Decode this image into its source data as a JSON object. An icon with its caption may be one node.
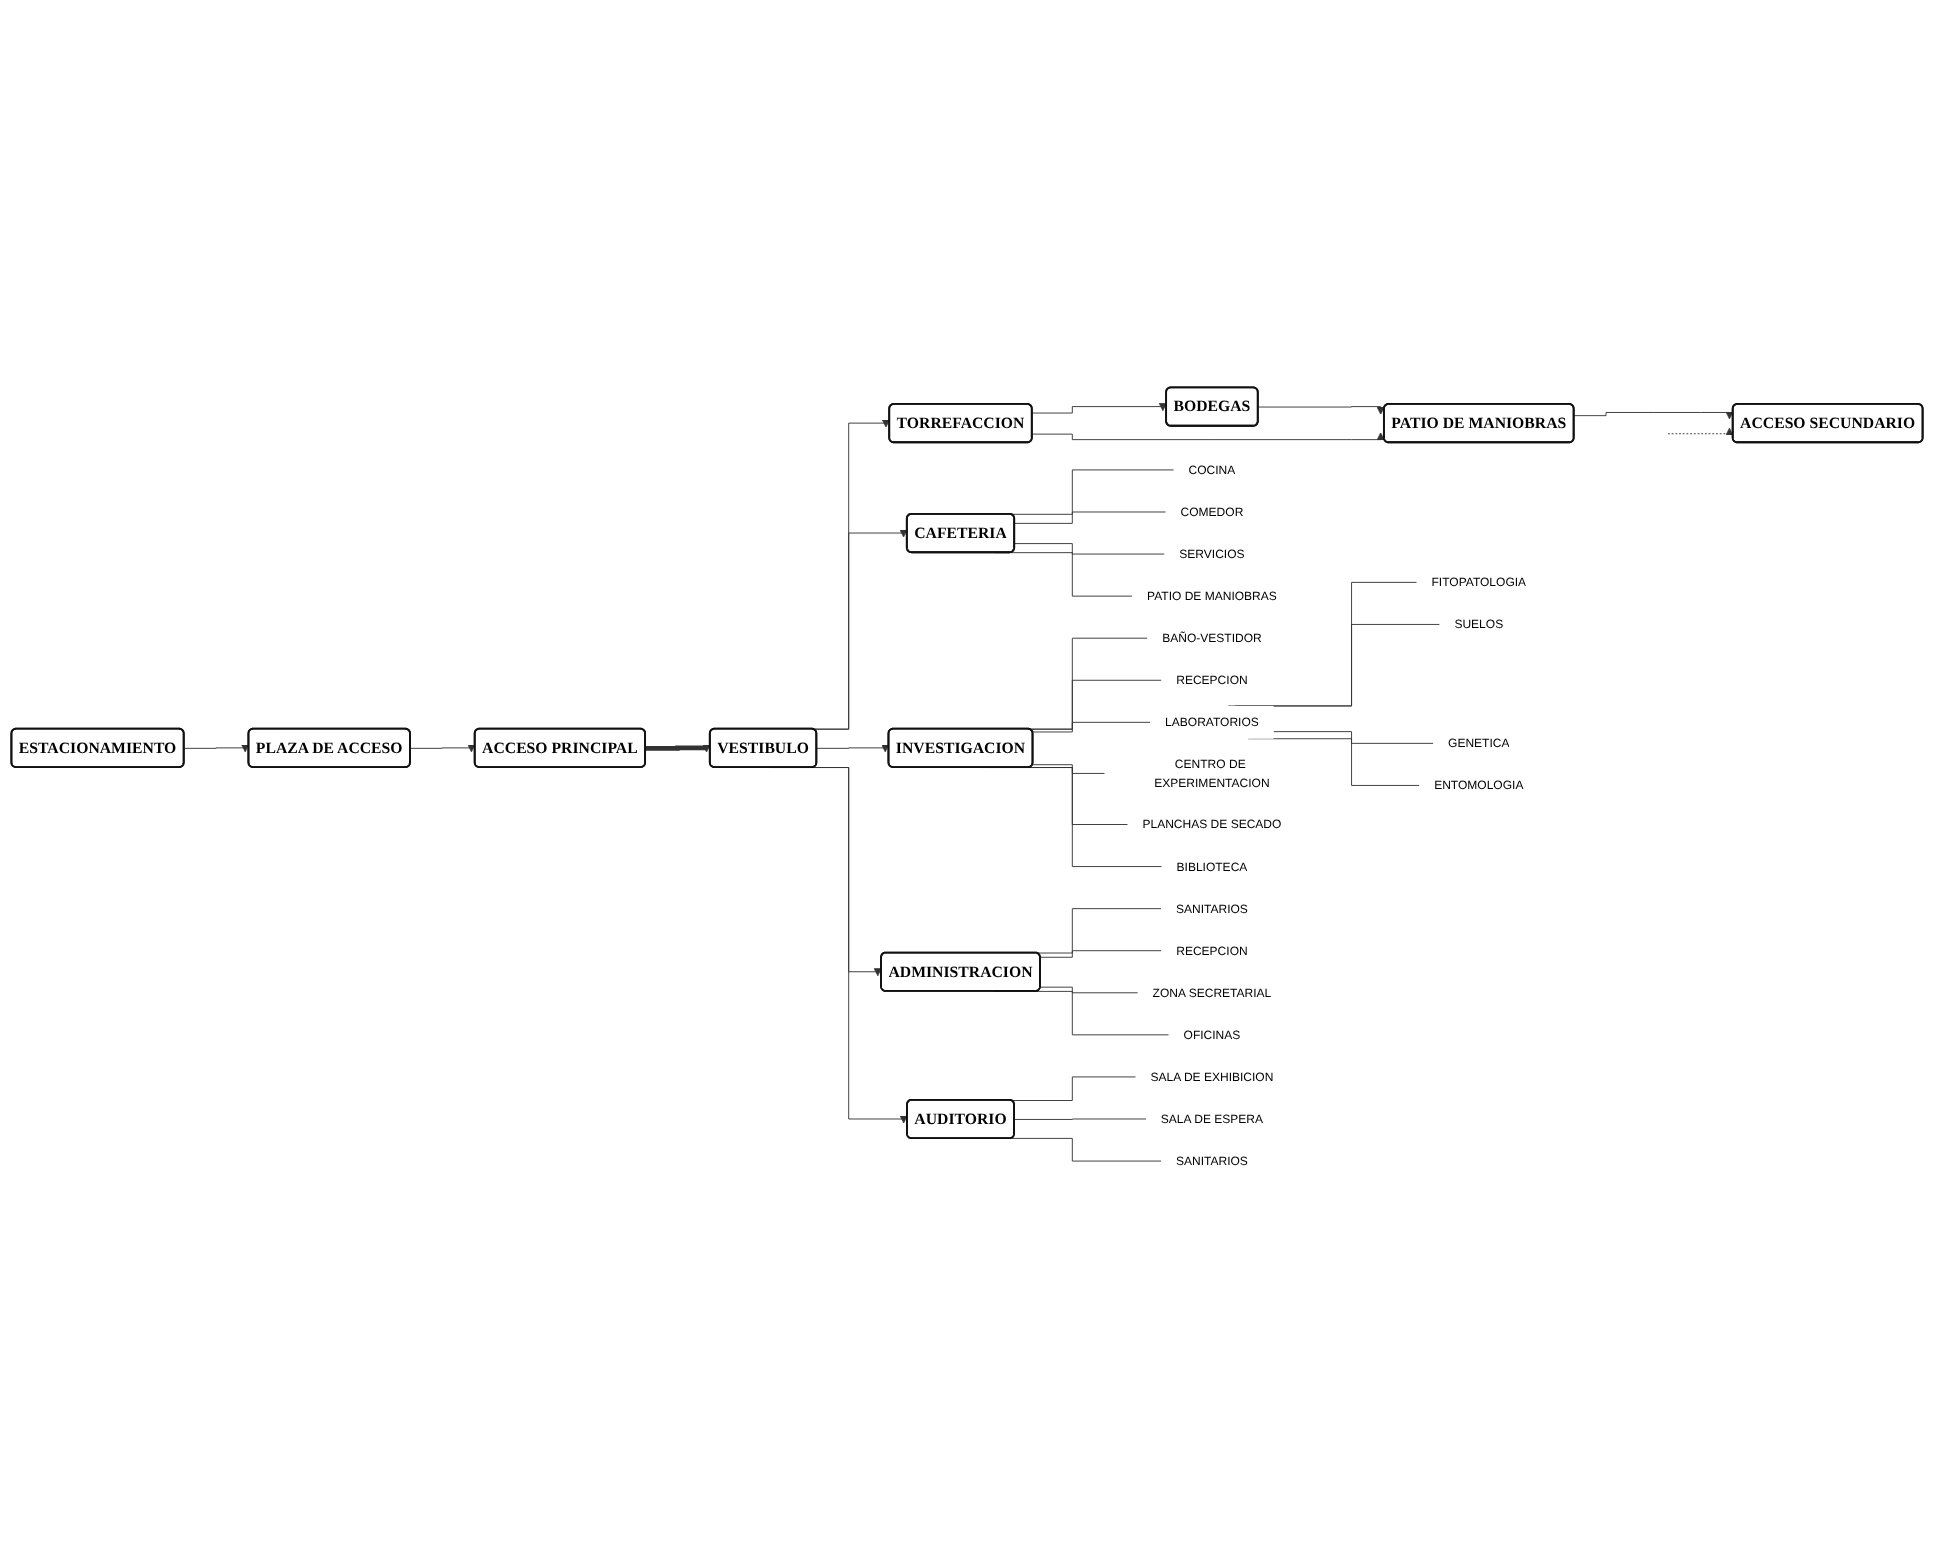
{
  "diagram": {
    "nodes": [
      {
        "text": [
          "ACCESO SECUNDARIO"
        ]
      },
      {
        "text": [
          "BODEGAS"
        ]
      },
      {
        "text": [
          "PATIO DE MANIOBRAS"
        ]
      },
      {
        "text": [
          "TORREFACCION"
        ]
      },
      {
        "text": [
          "CAFETERIA"
        ]
      },
      {
        "text": [
          "INVESTIGACION"
        ]
      },
      {
        "text": [
          "VESTIBULO"
        ]
      },
      {
        "text": [
          "ADMINISTRACION"
        ]
      },
      {
        "text": [
          "AUDITORIO"
        ]
      },
      {
        "text": [
          "ACCESO PRINCIPAL"
        ]
      },
      {
        "text": [
          "PLAZA DE ACCESO"
        ]
      },
      {
        "text": [
          "ESTACIONAMIENTO"
        ]
      },
      {
        "text": [
          "COCINA"
        ]
      },
      {
        "text": [
          "COMEDOR"
        ]
      },
      {
        "text": [
          "SERVICIOS"
        ]
      },
      {
        "text": [
          "PATIO DE MANIOBRAS"
        ]
      },
      {
        "text": [
          "BAÑO-VESTIDOR"
        ]
      },
      {
        "text": [
          "RECEPCION"
        ]
      },
      {
        "text": [
          "LABORATORIOS"
        ]
      },
      {
        "text": [
          "CENTRO DE EXPERIMENTACION"
        ]
      },
      {
        "text": [
          "PLANCHAS DE SECADO"
        ]
      },
      {
        "text": [
          "BIBLIOTECA"
        ]
      },
      {
        "text": [
          "FITOPATOLOGIA"
        ]
      },
      {
        "text": [
          "SUELOS"
        ]
      },
      {
        "text": [
          "GENETICA"
        ]
      },
      {
        "text": [
          "ENTOMOLOGIA"
        ]
      },
      {
        "text": [
          "SALA DE EXHIBICION"
        ]
      },
      {
        "text": [
          "SALA DE ESPERA"
        ]
      },
      {
        "text": [
          "SANITARIOS"
        ]
      },
      {
        "text": [
          "SANITARIOS"
        ]
      },
      {
        "text": [
          "RECEPCION"
        ]
      },
      {
        "text": [
          "ZONA SECRETARIAL"
        ]
      },
      {
        "text": [
          "OFICINAS"
        ]
      }
    ],
    "edges": [
      {
        "from": null,
        "to": 0,
        "arrow": "to",
        "style": "dashed"
      },
      {
        "from": 2,
        "to": 0,
        "arrow": "to"
      },
      {
        "from": 1,
        "to": 2,
        "arrow": "to"
      },
      {
        "from": 3,
        "to": 1,
        "arrow": "to"
      },
      {
        "from": 3,
        "to": 2,
        "arrow": "to"
      },
      {
        "from": 6,
        "to": 3,
        "arrow": "to"
      },
      {
        "from": 6,
        "to": 4,
        "arrow": "to"
      },
      {
        "from": 6,
        "to": 5,
        "arrow": "to"
      },
      {
        "from": 6,
        "to": 7,
        "arrow": "to"
      },
      {
        "from": 6,
        "to": 8,
        "arrow": "to"
      },
      {
        "from": 9,
        "to": 6,
        "arrow": "to",
        "style": "thick"
      },
      {
        "from": 10,
        "to": 9,
        "arrow": "to"
      },
      {
        "from": 11,
        "to": 10,
        "arrow": "to"
      },
      {
        "from": 4,
        "to": 12,
        "arrow": "none"
      },
      {
        "from": 4,
        "to": 13,
        "arrow": "none"
      },
      {
        "from": 4,
        "to": 14,
        "arrow": "none"
      },
      {
        "from": 4,
        "to": 15,
        "arrow": "none"
      },
      {
        "from": 5,
        "to": 16,
        "arrow": "none"
      },
      {
        "from": 5,
        "to": 17,
        "arrow": "none"
      },
      {
        "from": 5,
        "to": 18,
        "arrow": "none"
      },
      {
        "from": 5,
        "to": 19,
        "arrow": "none"
      },
      {
        "from": 5,
        "to": 20,
        "arrow": "none"
      },
      {
        "from": 5,
        "to": 21,
        "arrow": "none"
      },
      {
        "from": 18,
        "to": 22,
        "arrow": "none"
      },
      {
        "from": 18,
        "to": 23,
        "arrow": "none"
      },
      {
        "from": 18,
        "to": 24,
        "arrow": "none"
      },
      {
        "from": 18,
        "to": 25,
        "arrow": "none"
      },
      {
        "from": 8,
        "to": 26,
        "arrow": "none"
      },
      {
        "from": 8,
        "to": 27,
        "arrow": "none"
      },
      {
        "from": 8,
        "to": 28,
        "arrow": "none"
      },
      {
        "from": 7,
        "to": 29,
        "arrow": "none"
      },
      {
        "from": 7,
        "to": 30,
        "arrow": "none"
      },
      {
        "from": 7,
        "to": 31,
        "arrow": "none"
      },
      {
        "from": 7,
        "to": 32,
        "arrow": "none"
      }
    ]
  }
}
